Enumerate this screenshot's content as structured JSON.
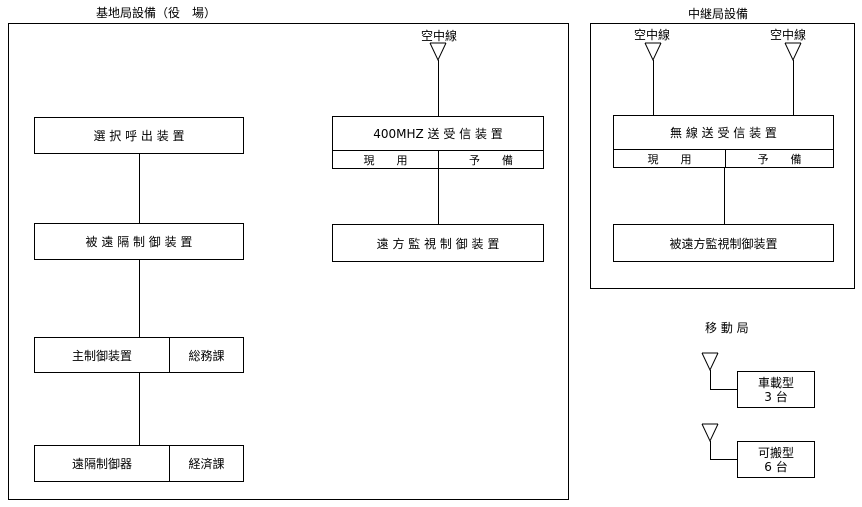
{
  "base": {
    "title": "基地局設備（役　場）",
    "antenna_label": "空中線",
    "selective_call": "選 択 呼 出 装 置",
    "remote_ctrl_slave": "被 遠 隔 制 御 装 置",
    "main_ctrl": "主制御装置",
    "main_ctrl_dept": "総務課",
    "remote_ctrl": "遠隔制御器",
    "remote_ctrl_dept": "経済課",
    "transceiver": "400MHZ 送 受 信 装 置",
    "active": "現　　用",
    "standby": "予　　備",
    "remote_monitor": "遠 方 監 視 制 御 装 置"
  },
  "relay": {
    "title": "中継局設備",
    "antenna_left": "空中線",
    "antenna_right": "空中線",
    "transceiver": "無 線 送 受 信 装 置",
    "active": "現　　用",
    "standby": "予　　備",
    "remote_monitor_slave": "被遠方監視制御装置"
  },
  "mobile": {
    "title": "移 動 局",
    "vehicle_type": "車載型",
    "vehicle_count": "3 台",
    "portable_type": "可搬型",
    "portable_count": "6 台"
  }
}
